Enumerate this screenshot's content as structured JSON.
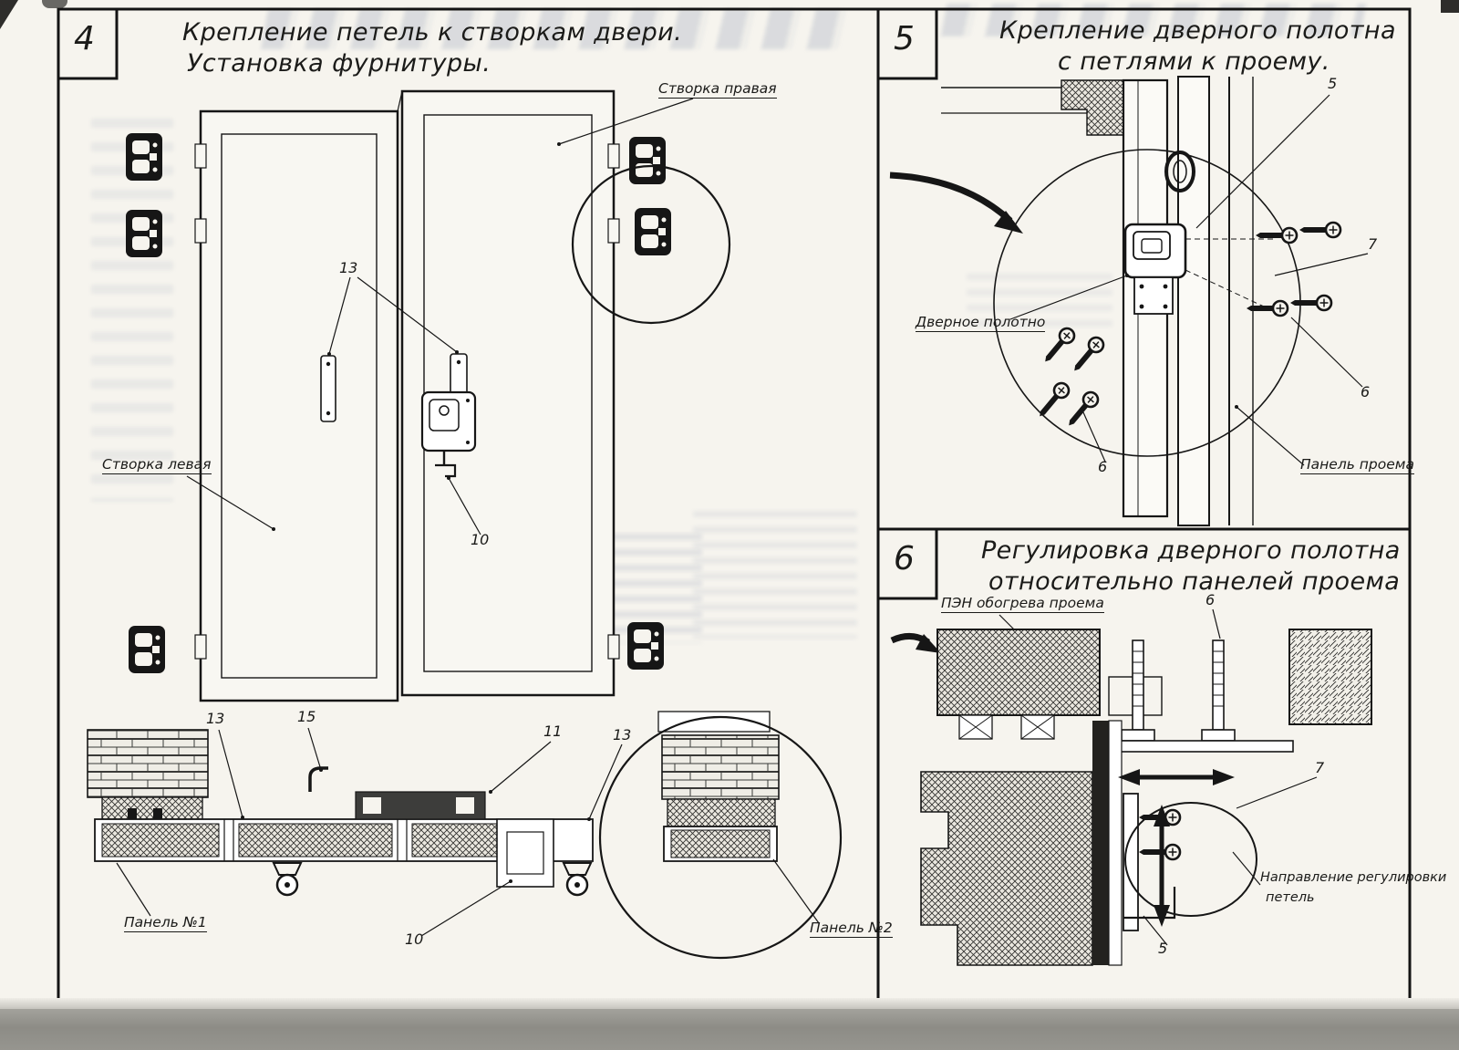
{
  "page": {
    "panel4": {
      "number": "4",
      "title1": "Крепление петель к створкам двери.",
      "title2": "Установка фурнитуры.",
      "label_right_leaf": "Створка правая",
      "label_left_leaf": "Створка левая",
      "label_panel1": "Панель №1",
      "label_panel2": "Панель №2",
      "callout_13_top": "13",
      "callout_10_mid": "10",
      "callout_13_b1": "13",
      "callout_15": "15",
      "callout_11": "11",
      "callout_13_b2": "13",
      "callout_10_bottom": "10"
    },
    "panel5": {
      "number": "5",
      "title1": "Крепление дверного полотна",
      "title2": "с петлями к проему.",
      "label_door_leaf": "Дверное полотно",
      "label_opening_panel": "Панель проема",
      "callout_5": "5",
      "callout_7": "7",
      "callout_6_right": "6",
      "callout_6_left": "6"
    },
    "panel6": {
      "number": "6",
      "title1": "Регулировка дверного полотна",
      "title2": "относительно панелей проема",
      "label_heater": "ПЭН обогрева проема",
      "label_direction1": "Направление регулировки",
      "label_direction2": "петель",
      "callout_6": "6",
      "callout_7": "7",
      "callout_5": "5"
    },
    "colors": {
      "ink": "#1b1b19",
      "paper": "#f6f4ee"
    }
  }
}
